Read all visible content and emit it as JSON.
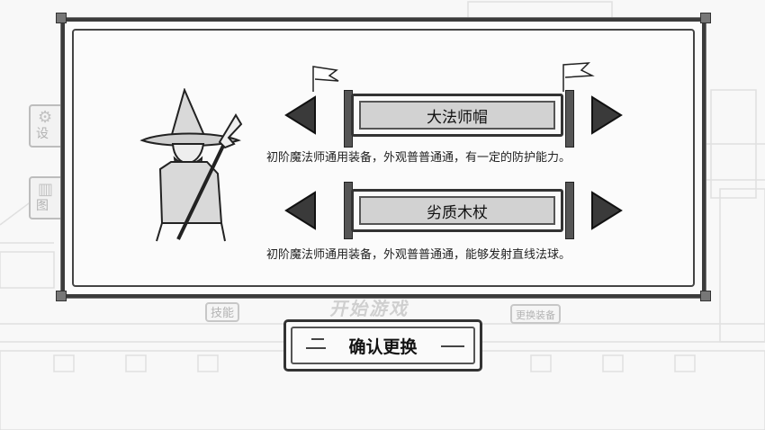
{
  "background": {
    "settings_label": "设",
    "codex_label": "图",
    "skills_label": "技能",
    "start_game_label": "开始游戏",
    "change_equipment_label": "更换装备"
  },
  "equipment": {
    "slots": [
      {
        "name": "大法师帽",
        "description": "初阶魔法师通用装备，外观普普通通，有一定的防护能力。"
      },
      {
        "name": "劣质木杖",
        "description": "初阶魔法师通用装备，外观普普通通，能够发射直线法球。"
      }
    ]
  },
  "confirm_label": "确认更换",
  "icons": {
    "prev": "arrow-left-icon",
    "next": "arrow-right-icon",
    "flag": "flag-icon",
    "gear": "gear-icon",
    "book": "book-icon",
    "wizard": "wizard-portrait"
  },
  "colors": {
    "frame": "#3b3b3b",
    "slot_fill": "#d2d2d2",
    "background": "#f4f4f4"
  }
}
